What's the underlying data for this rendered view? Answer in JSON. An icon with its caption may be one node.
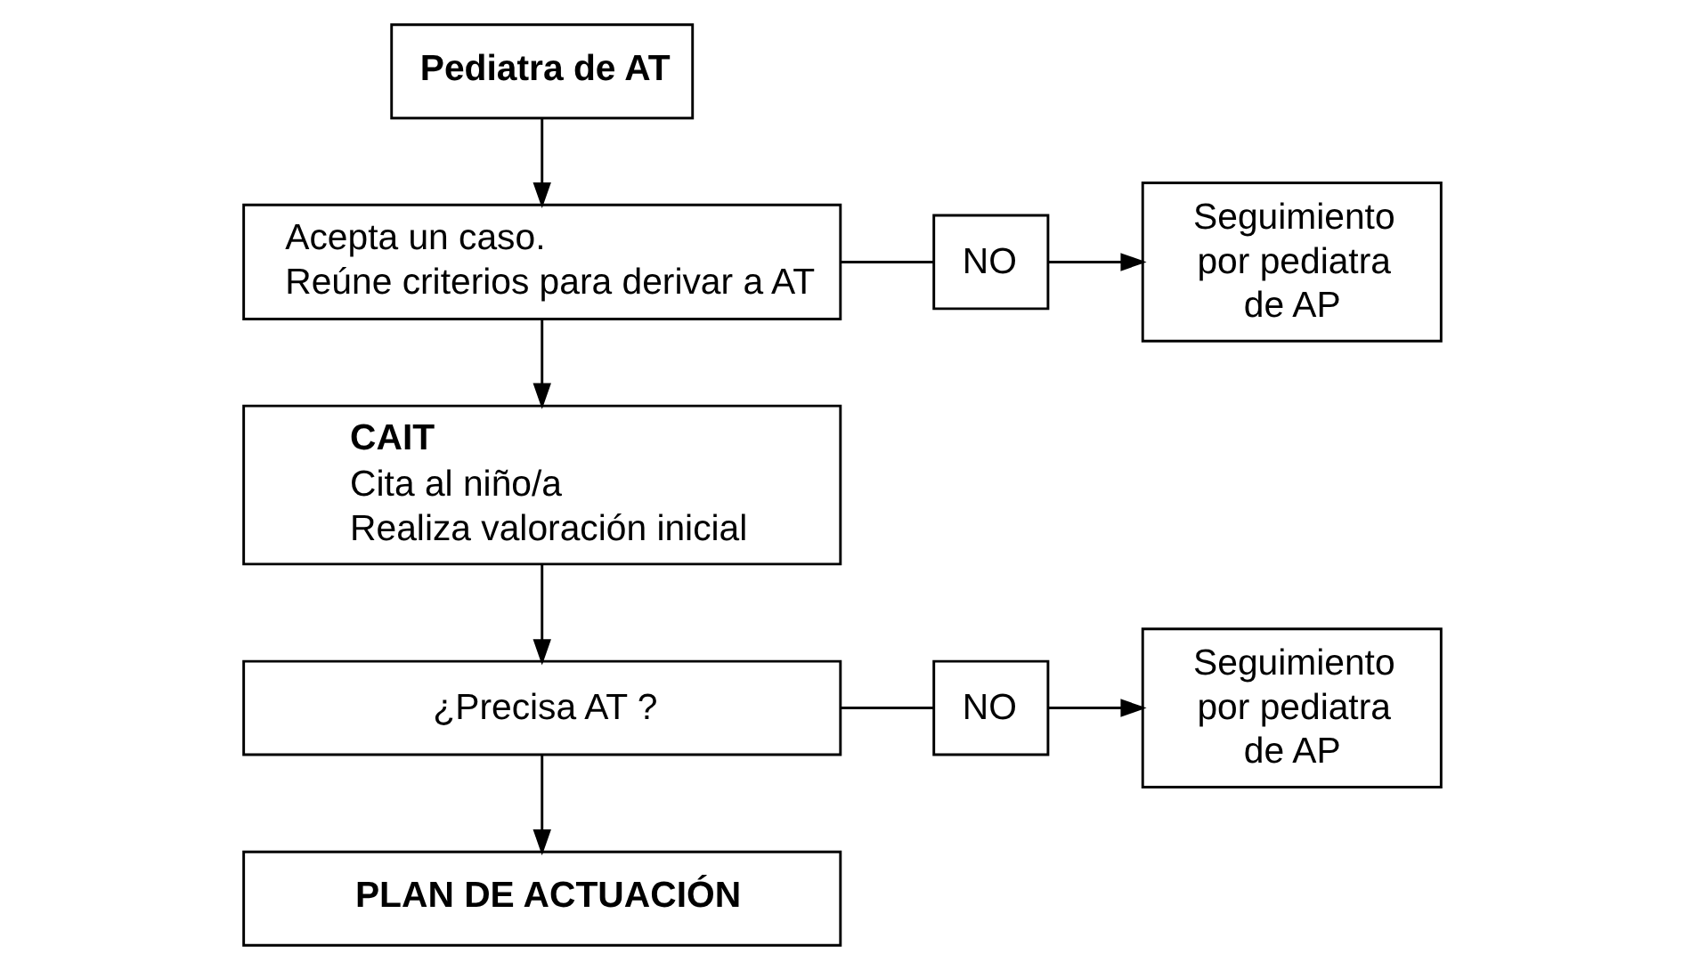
{
  "diagram": {
    "nodes": [
      {
        "text": [
          "Pediatra de AT"
        ]
      },
      {
        "text": [
          "Acepta un caso.",
          "Reúne criterios para derivar a AT"
        ]
      },
      {
        "text": [
          "NO"
        ]
      },
      {
        "text": [
          "Seguimiento por pediatra de AP"
        ]
      },
      {
        "text": [
          "CAIT",
          "Cita al niño/a",
          "Realiza valoración inicial"
        ]
      },
      {
        "text": [
          "¿Precisa AT ?"
        ]
      },
      {
        "text": [
          "NO"
        ]
      },
      {
        "text": [
          "Seguimiento por pediatra de AP"
        ]
      },
      {
        "text": [
          "PLAN DE ACTUACIÓN"
        ]
      }
    ],
    "edges": [
      {
        "from": 0,
        "to": 1,
        "arrow": "to"
      },
      {
        "from": 1,
        "to": 2,
        "arrow": "none"
      },
      {
        "from": 2,
        "to": 3,
        "arrow": "to"
      },
      {
        "from": 1,
        "to": 4,
        "arrow": "to"
      },
      {
        "from": 4,
        "to": 5,
        "arrow": "to"
      },
      {
        "from": 5,
        "to": 6,
        "arrow": "none"
      },
      {
        "from": 6,
        "to": 7,
        "arrow": "to"
      },
      {
        "from": 5,
        "to": 8,
        "arrow": "to"
      }
    ]
  }
}
